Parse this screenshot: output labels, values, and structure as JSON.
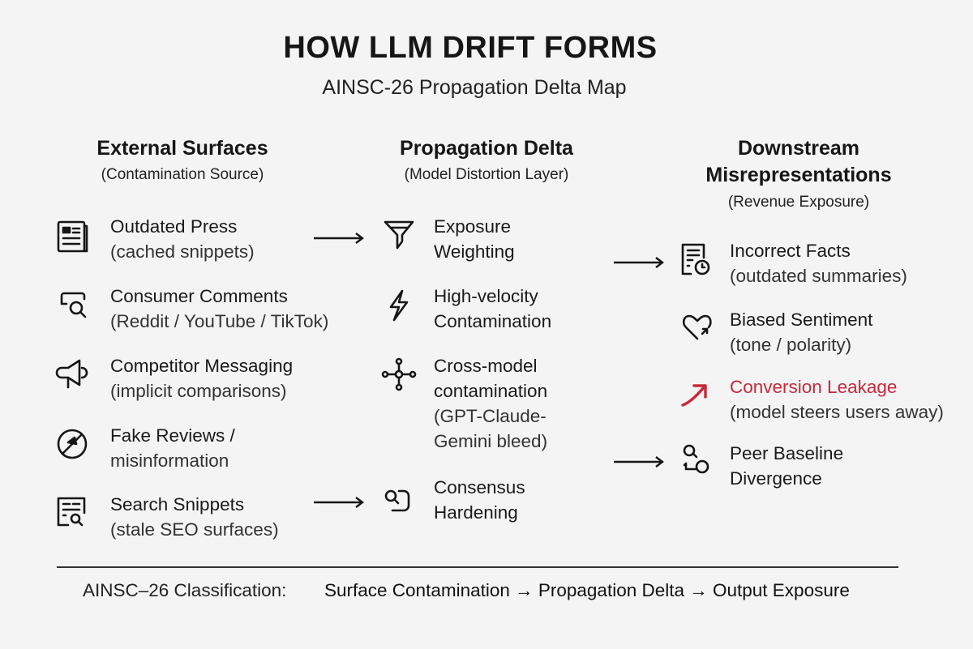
{
  "title": "HOW LLM DRIFT FORMS",
  "subtitle": "AINSC-26 Propagation Delta Map",
  "columns": [
    {
      "heading": "External Surfaces",
      "subheading": "(Contamination Source)"
    },
    {
      "heading": "Propagation Delta",
      "subheading": "(Model Distortion Layer)"
    },
    {
      "heading_line1": "Downstream",
      "heading_line2": "Misrepresentations",
      "subheading": "(Revenue Exposure)"
    }
  ],
  "sources": [
    {
      "title": "Outdated Press",
      "sub": "(cached snippets)",
      "icon": "newspaper-icon"
    },
    {
      "title": "Consumer Comments",
      "sub": "(Reddit / YouTube / TikTok)",
      "icon": "comment-search-icon"
    },
    {
      "title": "Competitor Messaging",
      "sub": "(implicit comparisons)",
      "icon": "megaphone-icon"
    },
    {
      "title": "Fake Reviews /",
      "sub": "misinformation",
      "icon": "prohibited-icon"
    },
    {
      "title": "Search Snippets",
      "sub": "(stale SEO surfaces)",
      "icon": "document-search-icon"
    }
  ],
  "deltas": [
    {
      "title": "Exposure",
      "sub": "Weighting",
      "icon": "funnel-icon"
    },
    {
      "title": "High-velocity",
      "sub": "Contamination",
      "icon": "lightning-icon"
    },
    {
      "title": "Cross-model",
      "sub": "contamination",
      "sub2": "(GPT-Claude-",
      "sub3": "Gemini bleed)",
      "icon": "network-icon"
    },
    {
      "title": "Consensus",
      "sub": "Hardening",
      "icon": "loop-search-icon"
    }
  ],
  "outputs": [
    {
      "title": "Incorrect Facts",
      "sub": "(outdated summaries)",
      "icon": "document-clock-icon"
    },
    {
      "title": "Biased Sentiment",
      "sub": "(tone / polarity)",
      "icon": "heart-arrow-icon"
    },
    {
      "title": "Conversion Leakage",
      "sub": "(model steers users away)",
      "icon": "trend-arrow-icon"
    },
    {
      "title": "Peer Baseline",
      "sub": "Divergence",
      "icon": "circles-swap-icon"
    }
  ],
  "footer": {
    "label": "AINSC–26 Classification:",
    "flow": "Surface Contamination → Propagation Delta → Output Exposure"
  },
  "colors": {
    "accent_red": "#c8293a",
    "text": "#161616",
    "background": "#f4f4f4"
  }
}
